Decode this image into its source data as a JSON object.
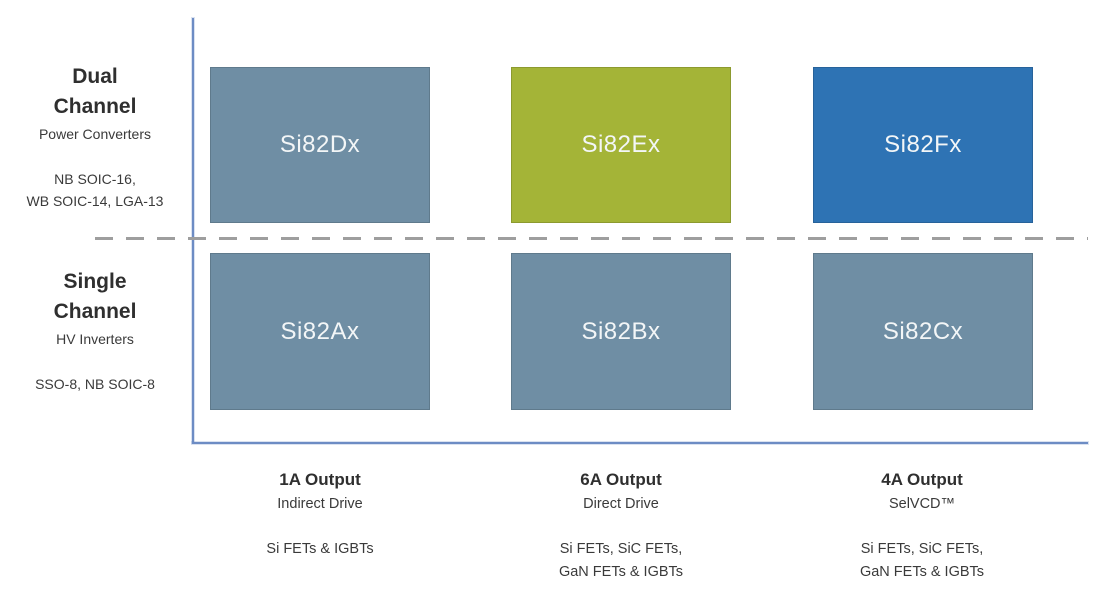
{
  "colors": {
    "steel_box": "#6F8EA4",
    "green_box": "#A4B437",
    "blue_box": "#2E73B4",
    "axis_line": "#6D8CC4",
    "dashed_divider": "#9E9E9E",
    "box_text": "#F3F6F7",
    "label_text": "#3A3A3A"
  },
  "rows": [
    {
      "title": "Dual\nChannel",
      "subtitle": "Power Converters",
      "packages": "NB SOIC-16,\nWB SOIC-14, LGA-13",
      "boxes": [
        {
          "label": "Si82Dx",
          "color": "#6F8EA4"
        },
        {
          "label": "Si82Ex",
          "color": "#A4B437"
        },
        {
          "label": "Si82Fx",
          "color": "#2E73B4"
        }
      ]
    },
    {
      "title": "Single\nChannel",
      "subtitle": "HV Inverters",
      "packages": "SSO-8, NB SOIC-8",
      "boxes": [
        {
          "label": "Si82Ax",
          "color": "#6F8EA4"
        },
        {
          "label": "Si82Bx",
          "color": "#6F8EA4"
        },
        {
          "label": "Si82Cx",
          "color": "#6F8EA4"
        }
      ]
    }
  ],
  "columns": [
    {
      "output": "1A Output",
      "drive": "Indirect Drive",
      "devices": "Si FETs & IGBTs"
    },
    {
      "output": "6A Output",
      "drive": "Direct Drive",
      "devices": "Si FETs, SiC FETs,\nGaN FETs & IGBTs"
    },
    {
      "output": "4A Output",
      "drive": "SelVCD™",
      "devices": "Si FETs, SiC FETs,\nGaN FETs & IGBTs"
    }
  ]
}
